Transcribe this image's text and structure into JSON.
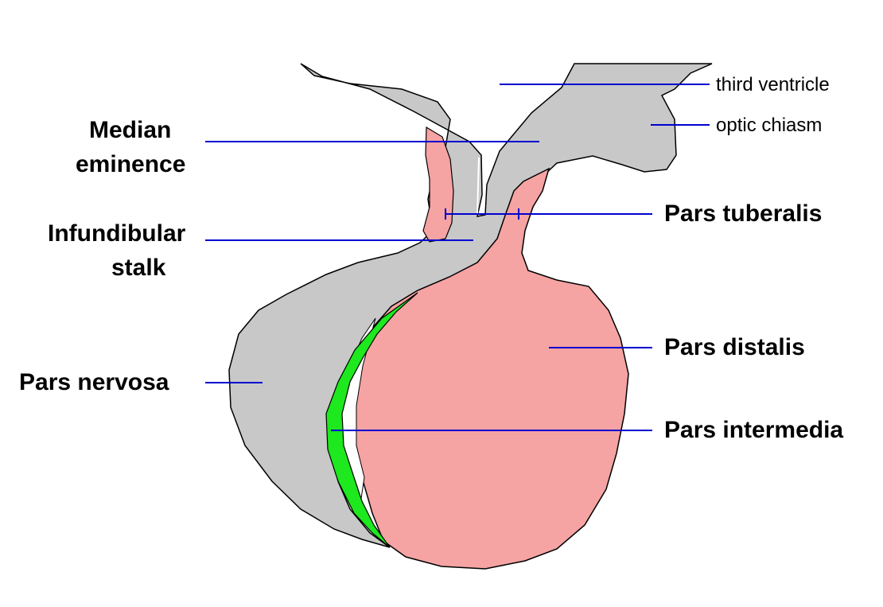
{
  "diagram": {
    "labels": {
      "third_ventricle": "third ventricle",
      "optic_chiasm": "optic chiasm",
      "median_eminence_line1": "Median",
      "median_eminence_line2": "eminence",
      "pars_tuberalis": "Pars tuberalis",
      "infundibular_stalk_line1": "Infundibular",
      "infundibular_stalk_line2": "stalk",
      "pars_distalis": "Pars distalis",
      "pars_nervosa": "Pars nervosa",
      "pars_intermedia": "Pars intermedia"
    },
    "colors": {
      "neural_tissue": "#c8c8c8",
      "pars_distalis": "#f5a3a3",
      "pars_intermedia": "#1ee81e",
      "leader_line": "#0000d0",
      "outline": "#000000"
    }
  }
}
